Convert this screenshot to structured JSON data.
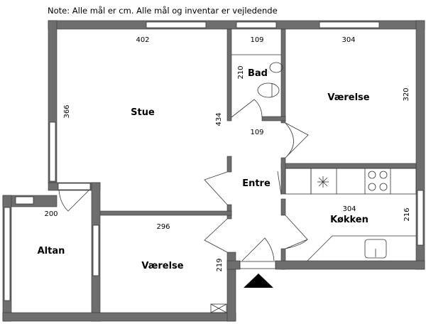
{
  "note": "Note: Alle mål er cm. Alle mål og inventar er vejledende",
  "rooms": {
    "stue": {
      "label": "Stue",
      "width": "402",
      "height": "434",
      "side": "366"
    },
    "bad": {
      "label": "Bad",
      "width": "109",
      "height": "210"
    },
    "entre": {
      "label": "Entre",
      "width": "109"
    },
    "vaerelse1": {
      "label": "Værelse",
      "width": "304",
      "height": "320"
    },
    "kokken": {
      "label": "Køkken",
      "width": "304",
      "height": "216"
    },
    "altan": {
      "label": "Altan",
      "width": "200"
    },
    "vaerelse2": {
      "label": "Værelse",
      "width": "296",
      "height": "219"
    }
  },
  "colors": {
    "wall": "#6e6e6e"
  }
}
